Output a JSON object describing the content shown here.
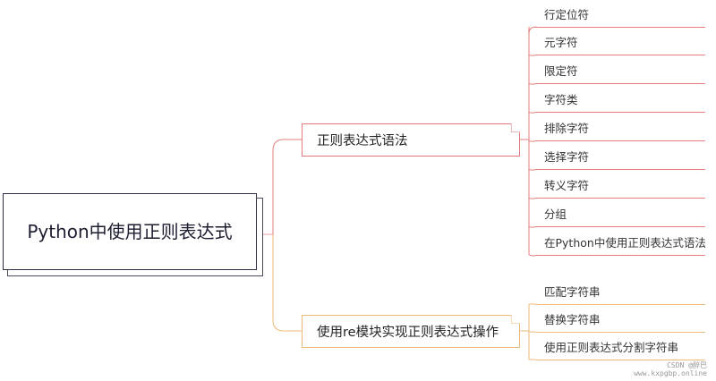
{
  "root": {
    "title": "Python中使用正则表达式"
  },
  "branches": [
    {
      "label": "正则表达式语法",
      "color": "#e47c7c",
      "children": [
        "行定位符",
        "元字符",
        "限定符",
        "字符类",
        "排除字符",
        "选择字符",
        "转义字符",
        "分组",
        "在Python中使用正则表达式语法"
      ]
    },
    {
      "label": "使用re模块实现正则表达式操作",
      "color": "#ecb878",
      "children": [
        "匹配字符串",
        "替换字符串",
        "使用正则表达式分割字符串"
      ]
    }
  ],
  "watermark": {
    "line1": "CSDN @醉巴",
    "line2": "www.kxpgbp.online"
  }
}
